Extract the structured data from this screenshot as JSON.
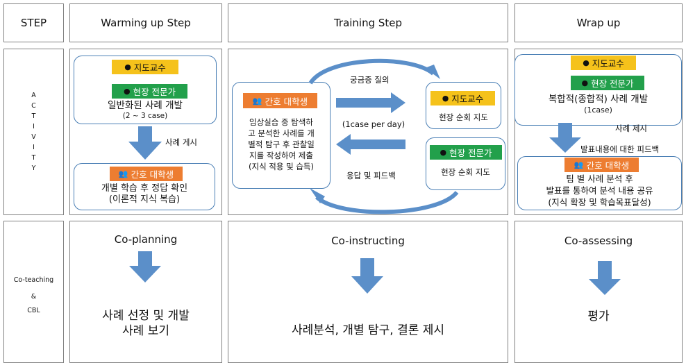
{
  "header": {
    "step": "STEP",
    "warming": "Warming up Step",
    "training": "Training Step",
    "wrap": "Wrap up"
  },
  "activity_label": [
    "A",
    "C",
    "T",
    "I",
    "V",
    "I",
    "T",
    "Y"
  ],
  "coteaching_label": {
    "line1": "Co-teaching",
    "line2": "&",
    "line3": "CBL"
  },
  "warming": {
    "tag_professor": "지도교수",
    "tag_expert": "현장 전문가",
    "develop_line1": "일반화된 사례 개발",
    "develop_line2": "(2 ~ 3 case)",
    "post_label": "사례 게시",
    "tag_student": "간호 대학생",
    "student_line1": "개별 학습 후 정답 확인",
    "student_line2": "(이론적 지식 복습)"
  },
  "training": {
    "tag_student": "간호 대학생",
    "student_lines": [
      "임상실습 중 탐색하",
      "고 분석한 사례를 개",
      "별적 탐구 후 관찰일",
      "지를 작성하여 제출",
      "(지식 적용 및 습득)"
    ],
    "question_label": "궁금증 질의",
    "per_day": "(1case per day)",
    "feedback_label": "응답 및 피드백",
    "tag_professor": "지도교수",
    "professor_text": "현장 순회 지도",
    "tag_expert": "현장 전문가",
    "expert_text": "현장 순회 지도"
  },
  "wrap": {
    "tag_professor": "지도교수",
    "tag_expert": "현장 전문가",
    "develop_line1": "복합적(종합적) 사례 개발",
    "develop_line2": "(1case)",
    "present_label": "사례 제시",
    "feedback_label": "발표내용에 대한 피드백",
    "tag_student": "간호 대학생",
    "student_lines": [
      "팀 별 사례 분석 후",
      "발표를 통하여 분석 내용 공유",
      "(지식 확장 및 학습목표달성)"
    ]
  },
  "bottom": {
    "coplanning": "Co-planning",
    "coplanning_result_line1": "사례 선정 및 개발",
    "coplanning_result_line2": "사례 보기",
    "coinstructing": "Co-instructing",
    "coinstructing_result": "사례분석, 개별 탐구, 결론 제시",
    "coassessing": "Co-assessing",
    "coassessing_result": "평가"
  },
  "colors": {
    "border": "#7f7f7f",
    "box_border": "#4a7fb5",
    "arrow": "#5b8fc9",
    "professor": "#f5c21b",
    "expert": "#22a04b",
    "student": "#ed7d31"
  }
}
